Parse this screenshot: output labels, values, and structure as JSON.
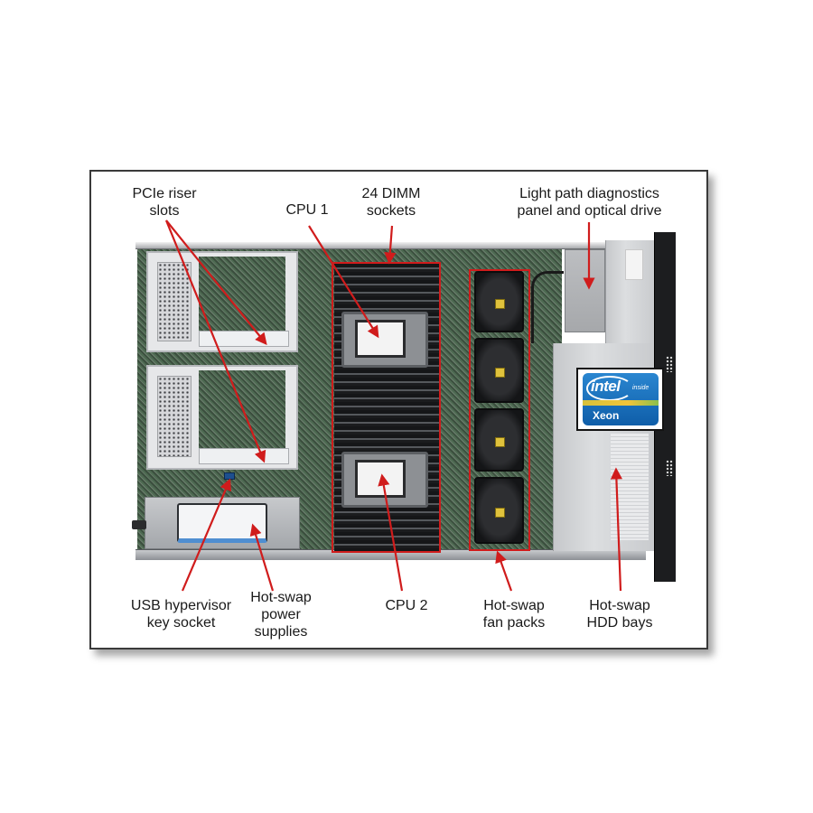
{
  "figure": {
    "subject": "Two-socket 2U rack server, top view with cover removed",
    "callout_color": "#d01c1c",
    "frame_border_color": "#3a3a3a"
  },
  "labels": {
    "pcie_riser": {
      "lines": [
        "PCIe riser",
        "slots"
      ]
    },
    "cpu1": {
      "lines": [
        "CPU 1"
      ]
    },
    "dimm": {
      "lines": [
        "24 DIMM",
        "sockets"
      ]
    },
    "light_path": {
      "lines": [
        "Light path diagnostics",
        "panel and optical drive"
      ]
    },
    "usb_hypervisor": {
      "lines": [
        "USB hypervisor",
        "key socket"
      ]
    },
    "power_supplies": {
      "lines": [
        "Hot-swap",
        "power",
        "supplies"
      ]
    },
    "cpu2": {
      "lines": [
        "CPU 2"
      ]
    },
    "fan_packs": {
      "lines": [
        "Hot-swap",
        "fan packs"
      ]
    },
    "hdd_bays": {
      "lines": [
        "Hot-swap",
        "HDD bays"
      ]
    }
  },
  "components": {
    "pcie_riser_cages": 2,
    "cpus": 2,
    "dimm_sockets": 24,
    "fan_packs": 4,
    "power_supply_units_visible": 1
  },
  "badge": {
    "brand": "intel",
    "tagline": "inside",
    "product": "Xeon"
  }
}
